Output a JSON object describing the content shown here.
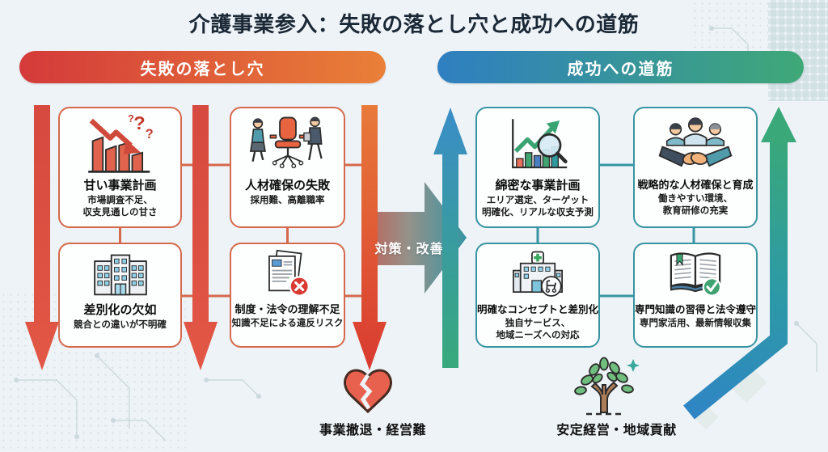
{
  "title": "介護事業参入：失敗の落とし穴と成功への道筋",
  "center": {
    "label": "対策・改善"
  },
  "failure": {
    "header": "失敗の落とし穴",
    "boxes": [
      {
        "title": "甘い事業計画",
        "desc": "市場調査不足、\n収支見通しの甘さ",
        "icon": "declining-chart-icon"
      },
      {
        "title": "人材確保の失敗",
        "desc": "採用難、高離職率",
        "icon": "empty-chair-icon"
      },
      {
        "title": "差別化の欠如",
        "desc": "競合との違いが不明確",
        "icon": "building-icon"
      },
      {
        "title": "制度・法令の理解不足",
        "desc": "知識不足による違反リスク",
        "icon": "document-error-icon"
      }
    ],
    "outcome": {
      "label": "事業撤退・経営難",
      "icon": "broken-heart-icon"
    }
  },
  "success": {
    "header": "成功への道筋",
    "boxes": [
      {
        "title": "綿密な事業計画",
        "desc": "エリア選定、ターゲット\n明確化、リアルな収支予測",
        "icon": "growth-chart-icon"
      },
      {
        "title": "戦略的な人材確保と育成",
        "desc": "働きやすい環境、\n教育研修の充実",
        "icon": "handshake-icon"
      },
      {
        "title": "明確なコンセプトと差別化",
        "desc": "独自サービス、\n地域ニーズへの対応",
        "icon": "clinic-icon"
      },
      {
        "title": "専門知識の習得と法令遵守",
        "desc": "専門家活用、最新情報収集",
        "icon": "book-check-icon"
      }
    ],
    "outcome": {
      "label": "安定経営・地域貢献",
      "icon": "tree-icon"
    }
  },
  "colors": {
    "background": "#eef3f7",
    "failure_accent": "#d5694d",
    "failure_header_gradient": [
      "#d43a3a",
      "#e98038"
    ],
    "success_accent": "#3795a2",
    "success_header_gradient": [
      "#2f7fc1",
      "#3fa877"
    ],
    "down_arrow_red": [
      "#d6493f",
      "#e25745"
    ],
    "down_arrow_orange_red": [
      "#e87a3a",
      "#d93a30"
    ],
    "up_arrow_blue_green": [
      "#3a8dc7",
      "#38a97b"
    ],
    "title_text": "#1b2836"
  }
}
